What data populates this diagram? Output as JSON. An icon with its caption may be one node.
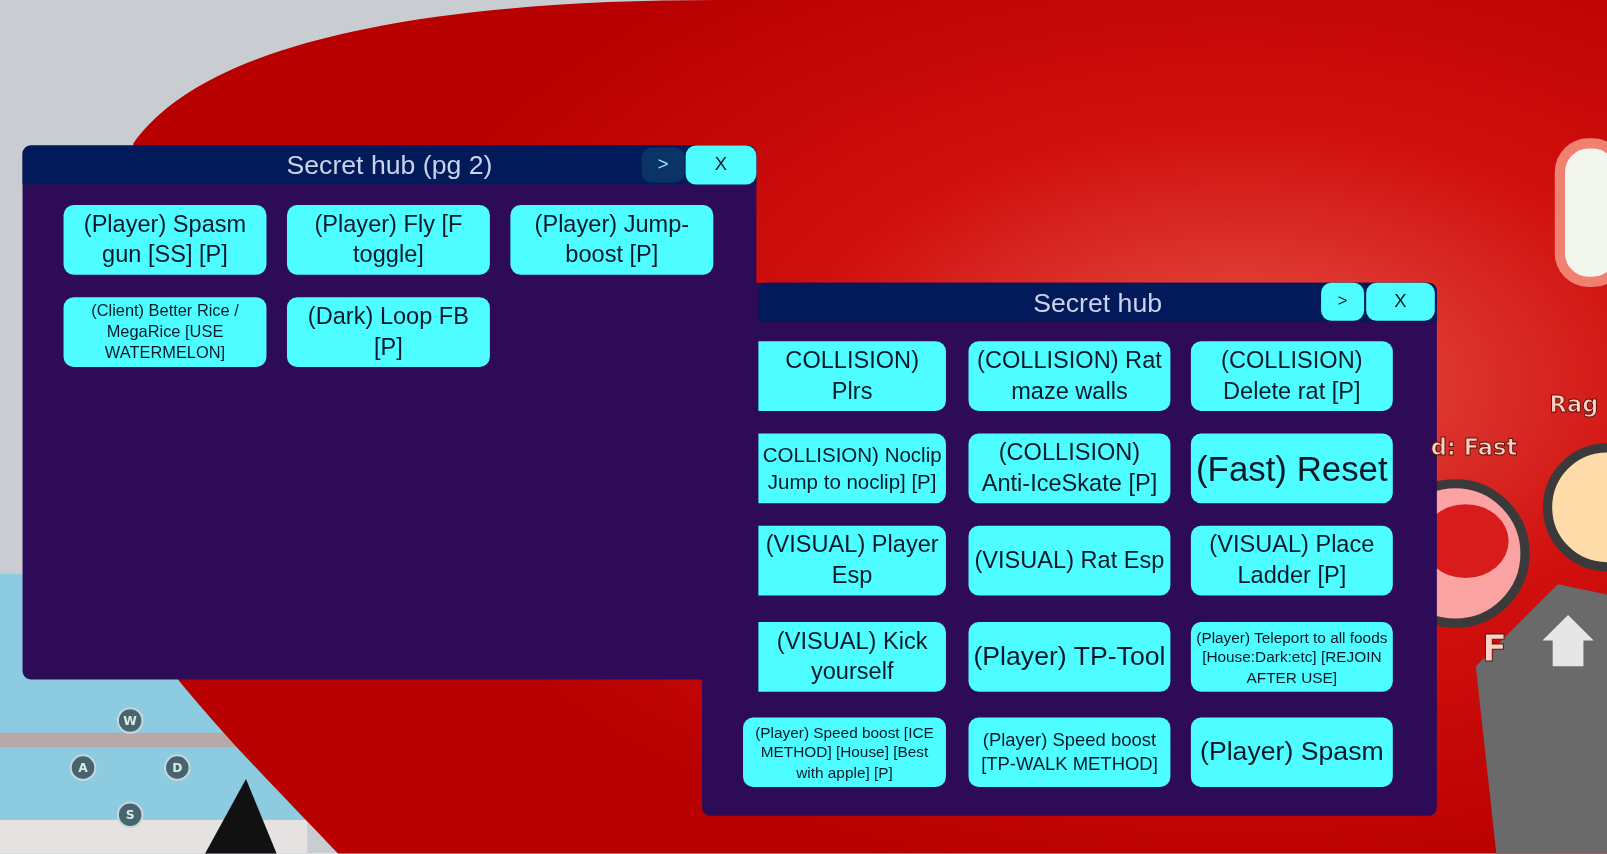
{
  "diagram": {
    "nodes": [
      {
        "text": [
          "Secret hub (pg 2)"
        ]
      },
      {
        "text": [
          ">"
        ],
        "in": 0
      },
      {
        "text": [
          "X"
        ],
        "in": 0
      },
      {
        "text": [
          "(Player) Spasm gun [SS] [P]"
        ],
        "in": 0
      },
      {
        "text": [
          "(Player) Fly [F toggle]"
        ],
        "in": 0
      },
      {
        "text": [
          "(Player) Jump-boost [P]"
        ],
        "in": 0
      },
      {
        "text": [
          "(Client) Better Rice / MegaRice [USE WATERMELON]"
        ],
        "in": 0
      },
      {
        "text": [
          "(Dark) Loop FB [P]"
        ],
        "in": 0
      },
      {
        "text": [
          "Secret hub"
        ]
      },
      {
        "text": [
          ">"
        ],
        "in": 8
      },
      {
        "text": [
          "X"
        ],
        "in": 8
      },
      {
        "text": [
          "COLLISION) Plrs"
        ],
        "in": 8
      },
      {
        "text": [
          "(COLLISION) Rat maze walls"
        ],
        "in": 8
      },
      {
        "text": [
          "(COLLISION) Delete rat [P]"
        ],
        "in": 8
      },
      {
        "text": [
          "COLLISION) Noclip Jump to noclip] [P]"
        ],
        "in": 8
      },
      {
        "text": [
          "(COLLISION) Anti-IceSkate [P]"
        ],
        "in": 8
      },
      {
        "text": [
          "(Fast) Reset"
        ],
        "in": 8
      },
      {
        "text": [
          "(VISUAL) Player Esp"
        ],
        "in": 8
      },
      {
        "text": [
          "(VISUAL) Rat Esp"
        ],
        "in": 8
      },
      {
        "text": [
          "(VISUAL) Place Ladder [P]"
        ],
        "in": 8
      },
      {
        "text": [
          "(VISUAL) Kick yourself"
        ],
        "in": 8
      },
      {
        "text": [
          "(Player) TP-Tool"
        ],
        "in": 8
      },
      {
        "text": [
          "(Player) Teleport to all foods [House:Dark:etc] [REJOIN AFTER USE]"
        ],
        "in": 8
      },
      {
        "text": [
          "(Player) Speed boost [ICE METHOD] [House] [Best with apple] [P]"
        ],
        "in": 8
      },
      {
        "text": [
          "(Player) Speed boost [TP-WALK METHOD]"
        ],
        "in": 8
      },
      {
        "text": [
          "(Player) Spasm"
        ],
        "in": 8
      }
    ],
    "labels": [
      "d: Fast",
      "Rag",
      "F",
      "W",
      "A",
      "D",
      "S"
    ]
  }
}
